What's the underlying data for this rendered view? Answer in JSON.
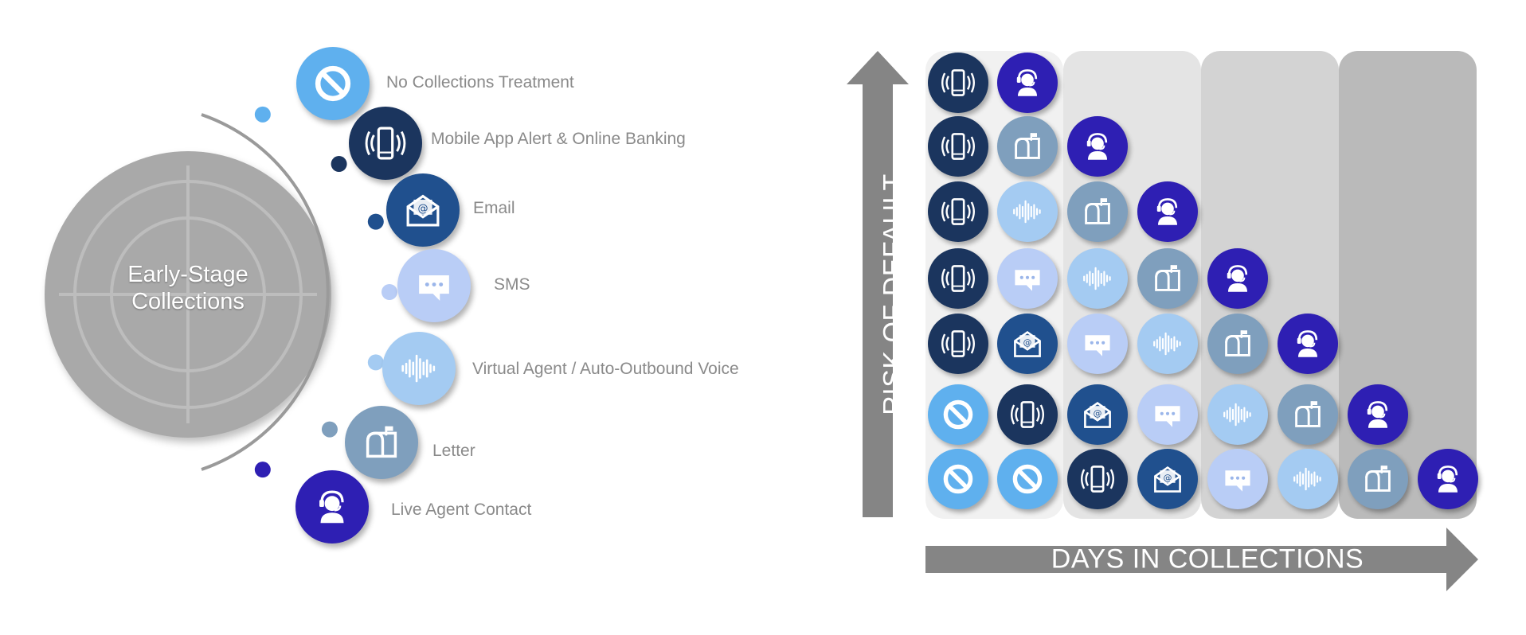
{
  "target": {
    "title_line1": "Early-Stage",
    "title_line2": "Collections"
  },
  "channels": [
    {
      "key": "none",
      "label": "No Collections Treatment",
      "color": "#5fb0ee",
      "icon": "no-entry-icon"
    },
    {
      "key": "mobile",
      "label": "Mobile App Alert & Online Banking",
      "color": "#1b355e",
      "icon": "mobile-phone-icon"
    },
    {
      "key": "email",
      "label": "Email",
      "color": "#20508e",
      "icon": "envelope-icon"
    },
    {
      "key": "sms",
      "label": "SMS",
      "color": "#b9cdf6",
      "icon": "chat-bubble-icon"
    },
    {
      "key": "voice",
      "label": "Virtual Agent / Auto-Outbound Voice",
      "color": "#a4cbf2",
      "icon": "sound-wave-icon"
    },
    {
      "key": "letter",
      "label": "Letter",
      "color": "#7f9fbd",
      "icon": "mailbox-icon"
    },
    {
      "key": "agent",
      "label": "Live Agent Contact",
      "color": "#2e1fb3",
      "icon": "headset-agent-icon"
    }
  ],
  "matrix": {
    "y_axis_label": "RISK OF DEFAULT",
    "x_axis_label": "DAYS IN COLLECTIONS",
    "band_colors": [
      "#f1f1f1",
      "#e4e4e4",
      "#d3d3d3",
      "#bababa"
    ],
    "rows": [
      [
        "mobile",
        "agent"
      ],
      [
        "mobile",
        "letter",
        "agent"
      ],
      [
        "mobile",
        "voice",
        "letter",
        "agent"
      ],
      [
        "mobile",
        "sms",
        "voice",
        "letter",
        "agent"
      ],
      [
        "mobile",
        "email",
        "sms",
        "voice",
        "letter",
        "agent"
      ],
      [
        "none",
        "mobile",
        "email",
        "sms",
        "voice",
        "letter",
        "agent"
      ],
      [
        "none",
        "none",
        "mobile",
        "email",
        "sms",
        "voice",
        "letter",
        "agent"
      ]
    ]
  }
}
